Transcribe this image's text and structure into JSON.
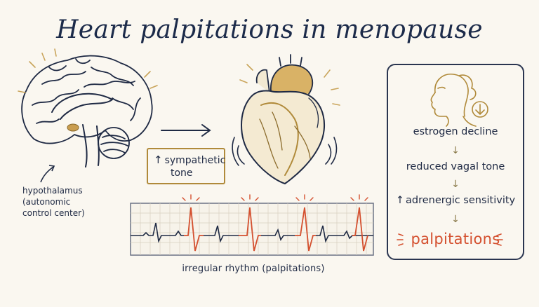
{
  "title": "Heart palpitations in menopause",
  "brain": {
    "label_lines": [
      "hypothalamus",
      "(autonomic",
      "control center)"
    ]
  },
  "sympathetic": {
    "arrow": "↑",
    "line1": "sympathetic",
    "line2": "tone"
  },
  "ecg": {
    "caption": "irregular rhythm (palpitations)"
  },
  "cascade": {
    "step1": "estrogen decline",
    "step2": "reduced vagal tone",
    "step3_arrow": "↑",
    "step3": "adrenergic sensitivity",
    "result": "palpitations",
    "down_arrow": "↓"
  },
  "colors": {
    "ink": "#1f2a44",
    "gold": "#b08a3a",
    "accent_red": "#d4502f",
    "background": "#faf7f0"
  }
}
